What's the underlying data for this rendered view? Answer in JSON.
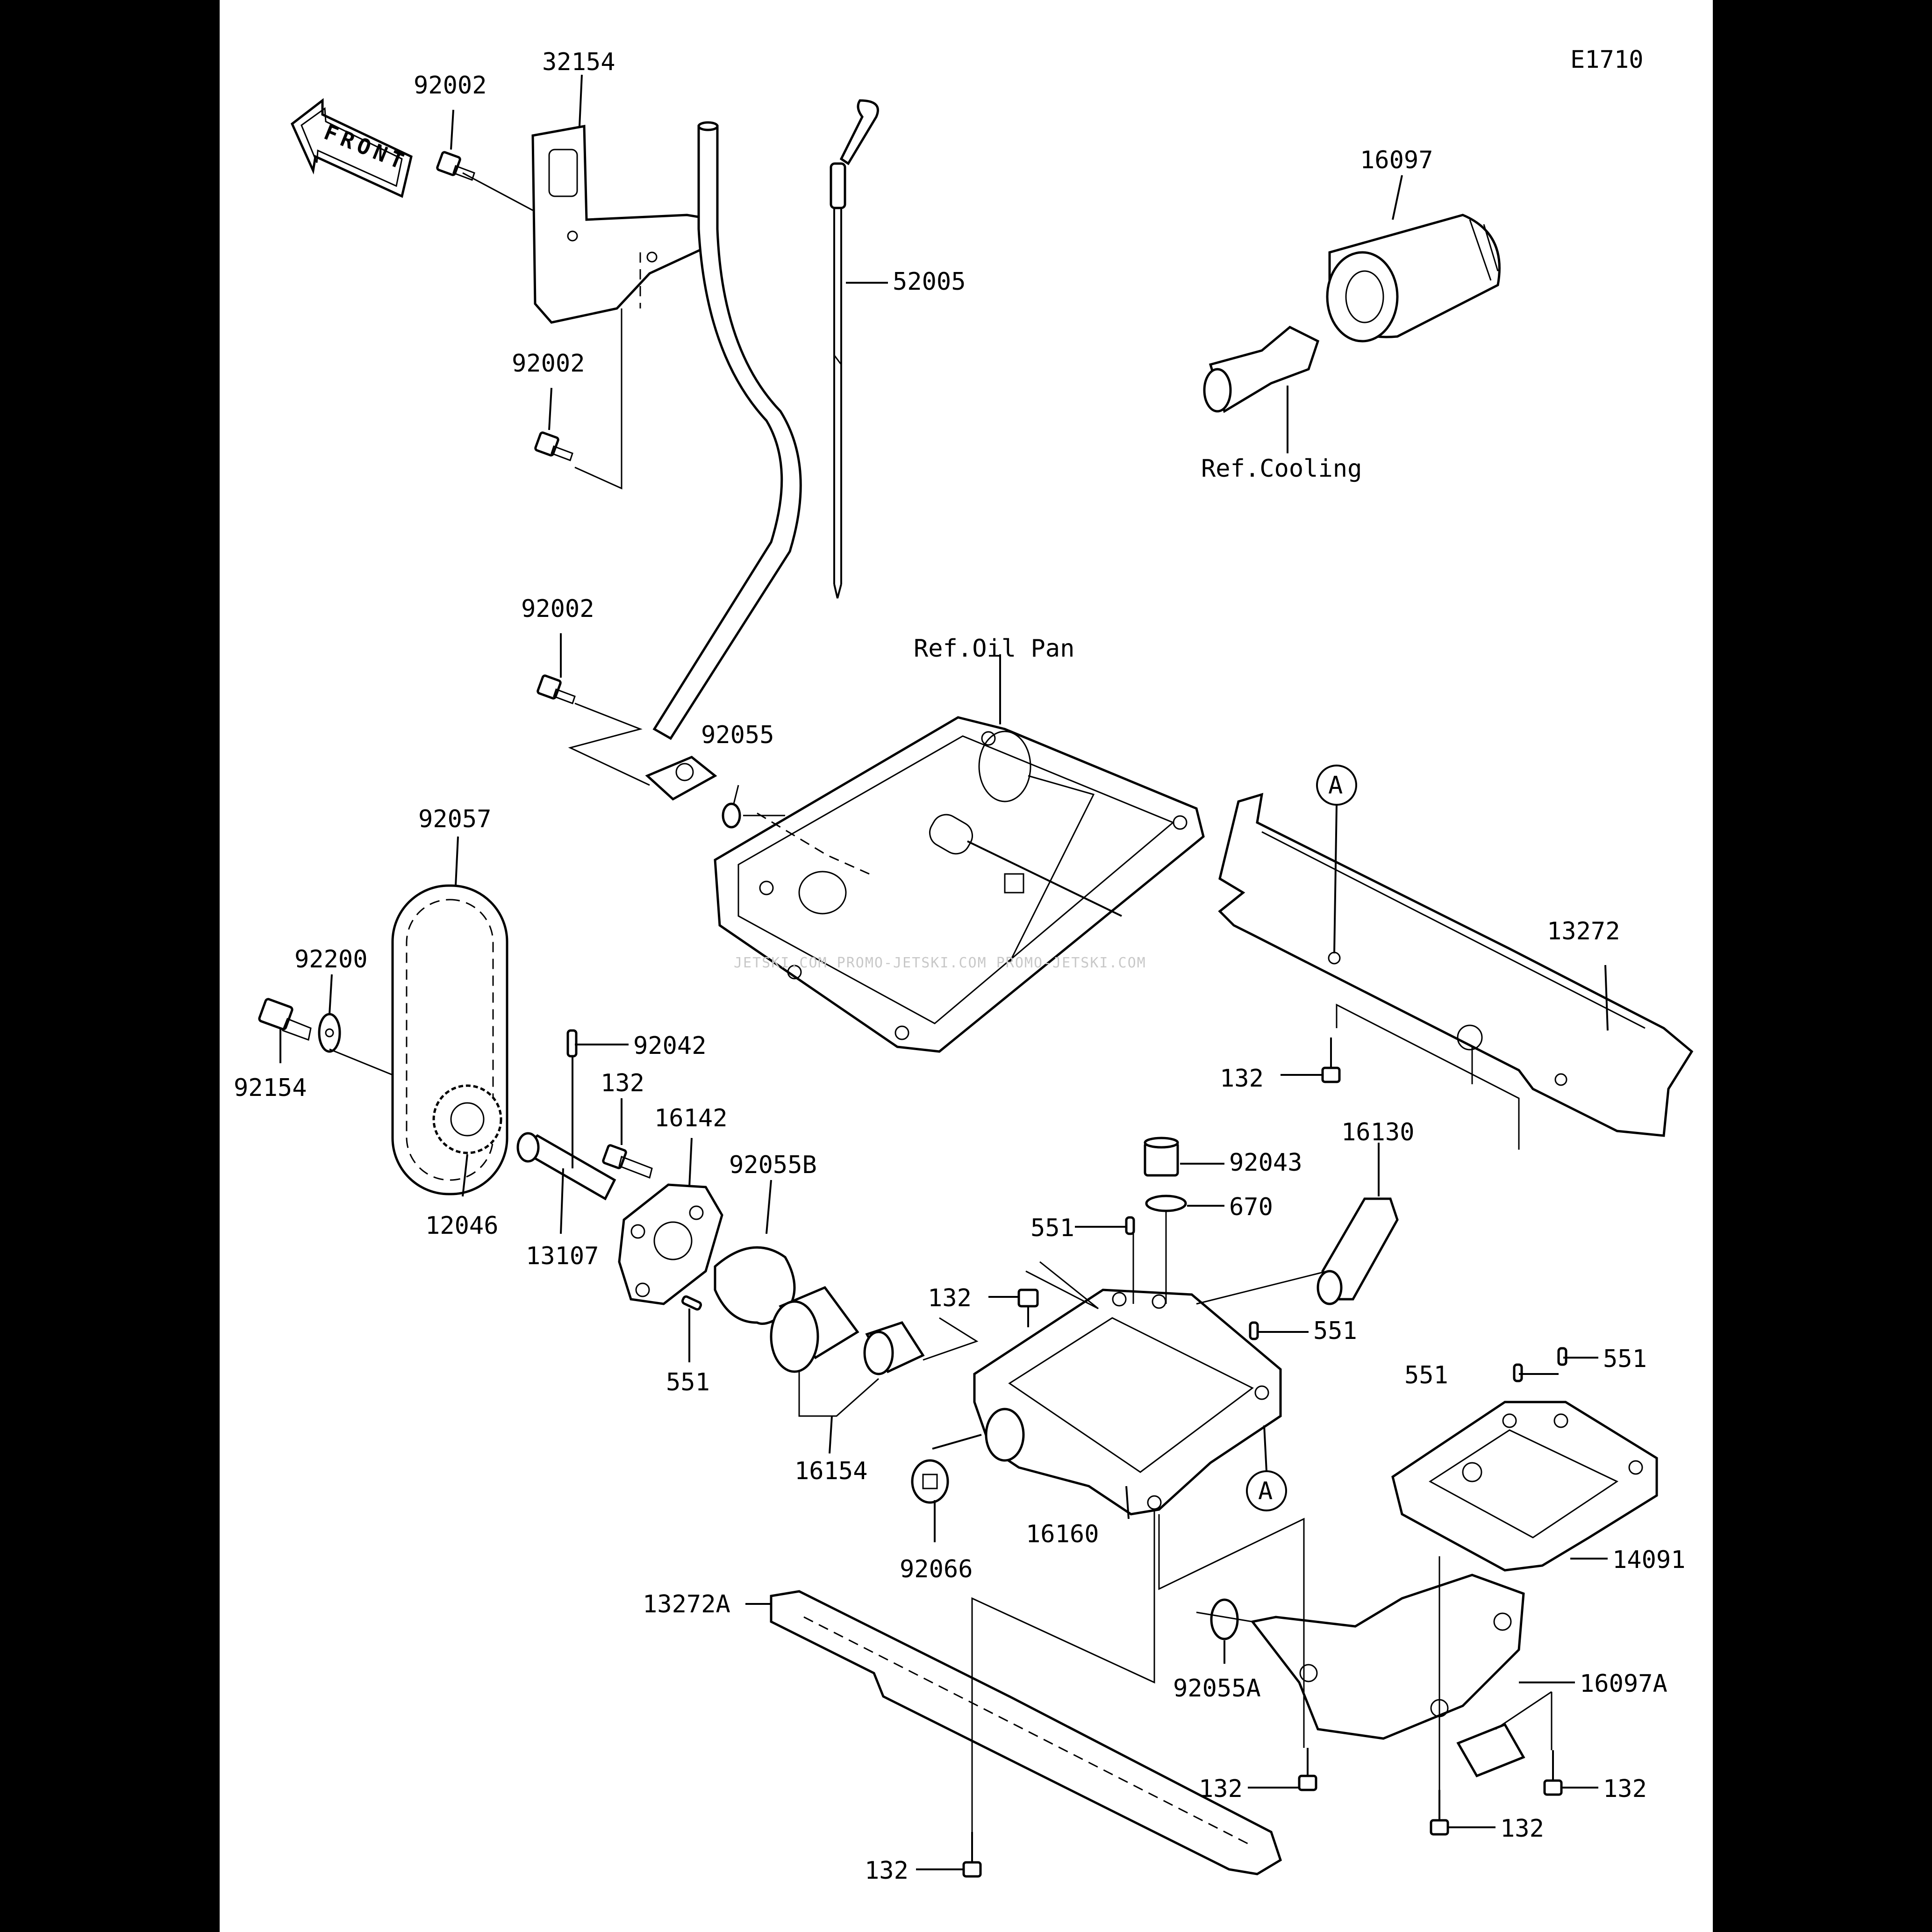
{
  "diagram": {
    "code": "E1710",
    "front_label": "FRONT",
    "watermark": "JETSKI.COM  PROMO-JETSKI.COM  PROMO-JETSKI.COM",
    "refs": {
      "cooling": "Ref.Cooling",
      "oil_pan": "Ref.Oil Pan"
    },
    "callout_a": "A",
    "parts": {
      "p32154": "32154",
      "p92002": "92002",
      "p52005": "52005",
      "p16097": "16097",
      "p92055": "92055",
      "p92057": "92057",
      "p92200": "92200",
      "p92154": "92154",
      "p92042": "92042",
      "p132": "132",
      "p16142": "16142",
      "p92055B": "92055B",
      "p12046": "12046",
      "p13107": "13107",
      "p551": "551",
      "p13272": "13272",
      "p16130": "16130",
      "p92043": "92043",
      "p670": "670",
      "p16154": "16154",
      "p16160": "16160",
      "p92066": "92066",
      "p14091": "14091",
      "p13272A": "13272A",
      "p16097A": "16097A",
      "p92055A": "92055A"
    }
  }
}
